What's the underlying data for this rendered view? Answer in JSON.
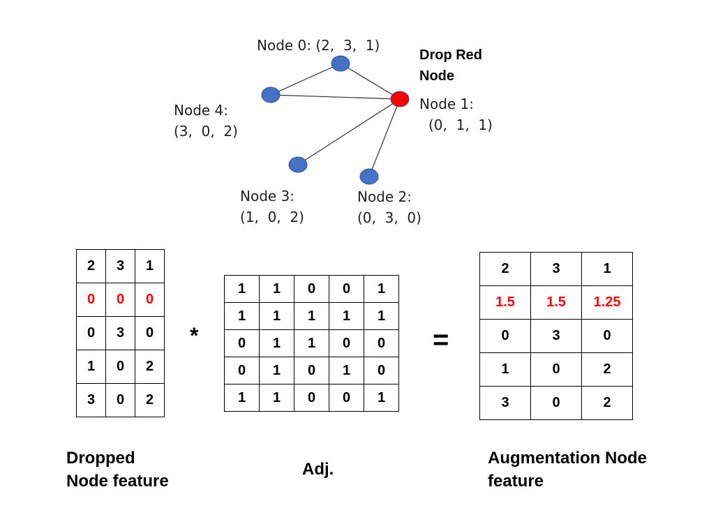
{
  "graph": {
    "nodes": [
      {
        "id": "node-0",
        "color": "#4472C4"
      },
      {
        "id": "node-1",
        "color": "#FF0000"
      },
      {
        "id": "node-2",
        "color": "#4472C4"
      },
      {
        "id": "node-3",
        "color": "#4472C4"
      },
      {
        "id": "node-4",
        "color": "#4472C4"
      }
    ],
    "edges": [
      [
        "node-0",
        "node-4"
      ],
      [
        "node-0",
        "node-1"
      ],
      [
        "node-4",
        "node-1"
      ],
      [
        "node-3",
        "node-1"
      ],
      [
        "node-2",
        "node-1"
      ]
    ],
    "labels": {
      "node0": "Node 0: (2,  3,  1)",
      "drop_line1": "Drop Red",
      "drop_line2": "Node",
      "node1_line1": "Node 1:",
      "node1_line2": "(0,  1,  1)",
      "node4_line1": "Node 4:",
      "node4_line2": "(3,  0,  2)",
      "node3_line1": "Node 3:",
      "node3_line2": "(1,  0,  2)",
      "node2_line1": "Node 2:",
      "node2_line2": "(0,  3,  0)"
    }
  },
  "highlight_color": "#FF0000",
  "matrices": {
    "dropped_feature": {
      "rows": [
        [
          "2",
          "3",
          "1"
        ],
        [
          "0",
          "0",
          "0"
        ],
        [
          "0",
          "3",
          "0"
        ],
        [
          "1",
          "0",
          "2"
        ],
        [
          "3",
          "0",
          "2"
        ]
      ],
      "highlight_row": 1
    },
    "adjacency": {
      "rows": [
        [
          "1",
          "1",
          "0",
          "0",
          "1"
        ],
        [
          "1",
          "1",
          "1",
          "1",
          "1"
        ],
        [
          "0",
          "1",
          "1",
          "0",
          "0"
        ],
        [
          "0",
          "1",
          "0",
          "1",
          "0"
        ],
        [
          "1",
          "1",
          "0",
          "0",
          "1"
        ]
      ],
      "highlight_row": -1
    },
    "augmented_feature": {
      "rows": [
        [
          "2",
          "3",
          "1"
        ],
        [
          "1.5",
          "1.5",
          "1.25"
        ],
        [
          "0",
          "3",
          "0"
        ],
        [
          "1",
          "0",
          "2"
        ],
        [
          "3",
          "0",
          "2"
        ]
      ],
      "highlight_row": 1
    }
  },
  "operators": {
    "multiply": "*",
    "equals": "="
  },
  "captions": {
    "dropped_line1": "Dropped",
    "dropped_line2": "Node feature",
    "adj": "Adj.",
    "aug_line1": "Augmentation Node",
    "aug_line2": "feature"
  }
}
